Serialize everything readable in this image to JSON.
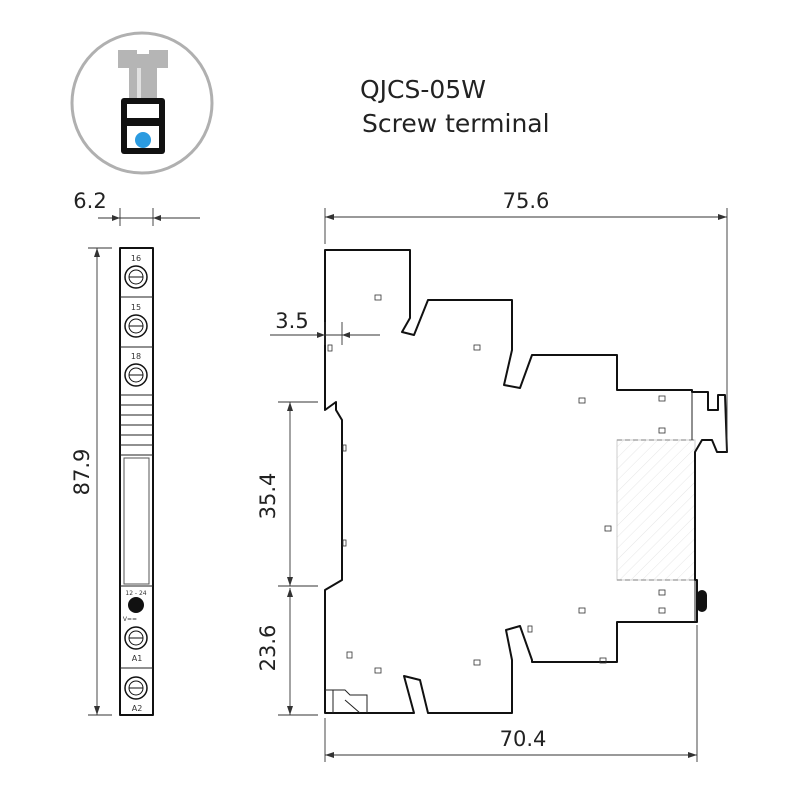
{
  "title": {
    "model": "QJCS-05W",
    "subtitle": "Screw terminal"
  },
  "icons": {
    "terminal": "screw-terminal-icon"
  },
  "colors": {
    "line": "#111111",
    "screw_gray": "#b5b5b5",
    "indicator_blue": "#2b9be0",
    "circle_border": "#b0b0b0"
  },
  "front_view": {
    "terminal_labels": [
      "16",
      "15",
      "18",
      "A1",
      "A2"
    ],
    "indicator_label": "12 - 24",
    "indicator_sub": "V=="
  },
  "dimensions": {
    "width_front": "6.2",
    "height_total": "87.9",
    "width_total": "75.6",
    "offset_small": "3.5",
    "height_middle": "35.4",
    "height_lower": "23.6",
    "width_bottom": "70.4"
  }
}
